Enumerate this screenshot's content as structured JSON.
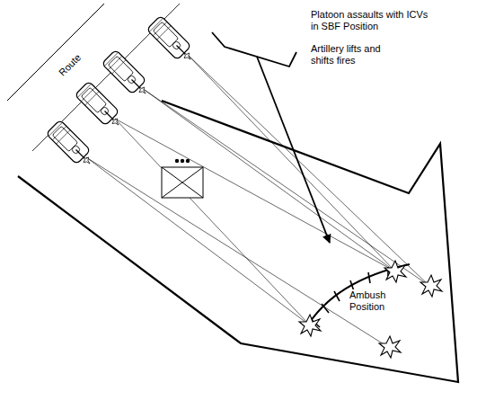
{
  "diagram": {
    "nodes": [
      {
        "text": [
          "Ambush Position"
        ]
      }
    ],
    "labels": [
      "Route",
      "Platoon assaults with ICVs in SBF Position",
      "Artillery lifts and shifts fires"
    ]
  }
}
